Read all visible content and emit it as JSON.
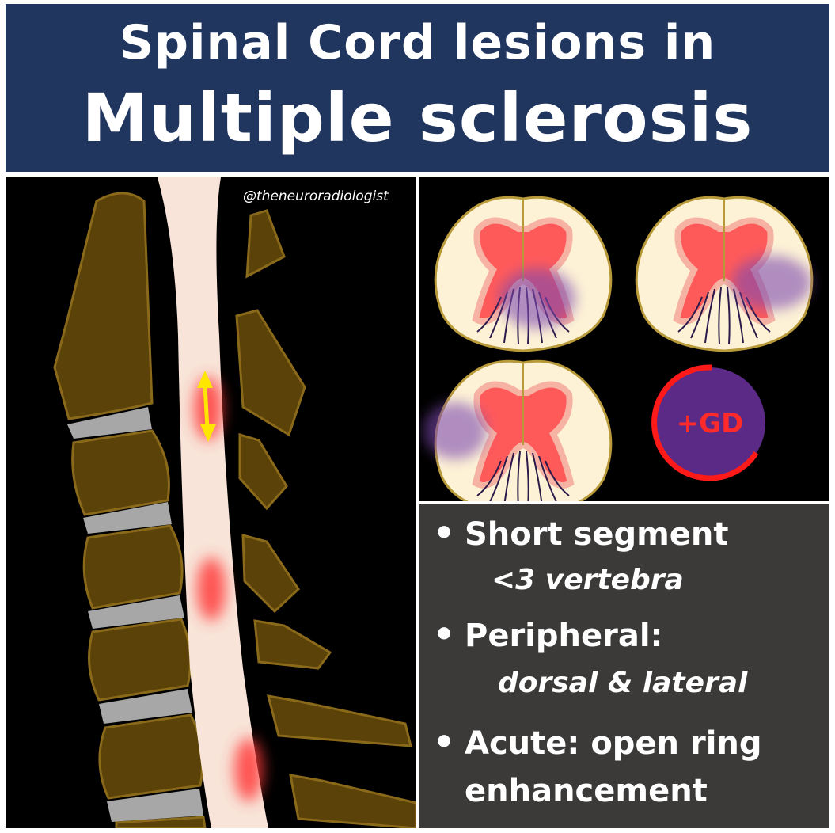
{
  "header": {
    "title_line1": "Spinal Cord lesions in",
    "title_line2": "Multiple sclerosis"
  },
  "sagittal_panel": {
    "watermark": "@theneuroradiologist"
  },
  "axial_panel": {
    "gd_badge": "+GD"
  },
  "key_points": [
    {
      "bullet": "•",
      "text": "Short segment",
      "detail": "<3 vertebra"
    },
    {
      "bullet": "•",
      "text": "Peripheral:",
      "detail": "dorsal & lateral"
    },
    {
      "bullet": "•",
      "text": "Acute: open ring",
      "detail": "enhancement"
    }
  ],
  "colors": {
    "banner": "#21365f",
    "vertebra": "#5a4208",
    "vertebra_outline": "#8a6a1a",
    "disc": "#a7a7a7",
    "cord": "#f8e4d8",
    "lesion": "#ff3b3b",
    "grey_matter": "#ff5a5a",
    "white_matter": "#fdf2d6",
    "mri_lesion": "#7d4ab0",
    "text_box": "#3b3a39"
  }
}
